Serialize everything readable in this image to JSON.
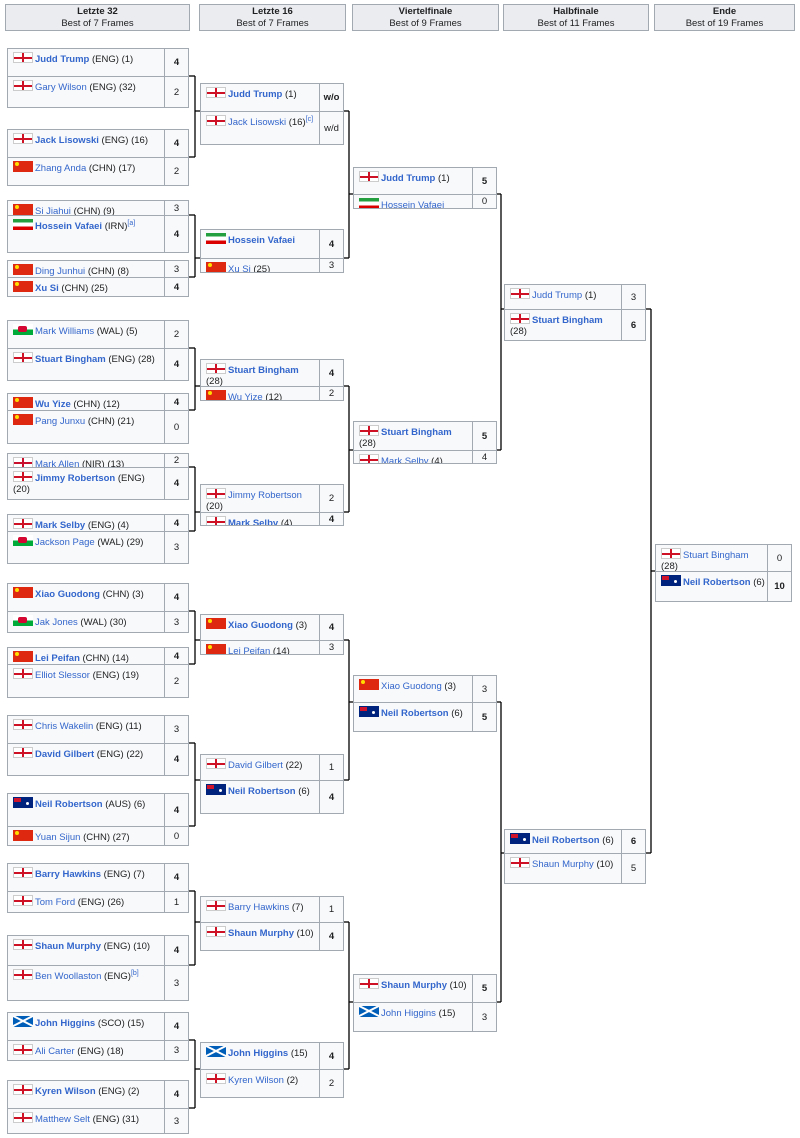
{
  "rounds": [
    {
      "name": "Letzte 32",
      "sub": "Best of 7 Frames"
    },
    {
      "name": "Letzte 16",
      "sub": "Best of 7 Frames"
    },
    {
      "name": "Viertelfinale",
      "sub": "Best of 9 Frames"
    },
    {
      "name": "Halbfinale",
      "sub": "Best of 11 Frames"
    },
    {
      "name": "Ende",
      "sub": "Best of 19 Frames"
    }
  ],
  "colors": {
    "header_bg": "#eaecf0",
    "cell_bg": "#f8f9fa",
    "border": "#a2a9b1",
    "link": "#3366cc",
    "line": "#000000"
  },
  "matches": [
    {
      "round": 0,
      "p": [
        {
          "flag": "ENG",
          "name": "Judd Trump",
          "nat": "(ENG)",
          "seed": "(1)",
          "score": "4",
          "win": true
        },
        {
          "flag": "ENG",
          "name": "Gary Wilson",
          "nat": "(ENG)",
          "seed": "(32)",
          "score": "2"
        }
      ]
    },
    {
      "round": 0,
      "p": [
        {
          "flag": "ENG",
          "name": "Jack Lisowski",
          "nat": "(ENG)",
          "seed": "(16)",
          "score": "4",
          "win": true
        },
        {
          "flag": "CHN",
          "name": "Zhang Anda",
          "nat": "(CHN)",
          "seed": "(17)",
          "score": "2"
        }
      ]
    },
    {
      "round": 0,
      "p": [
        {
          "flag": "CHN",
          "name": "Si Jiahui",
          "nat": "(CHN)",
          "seed": "(9)",
          "score": "3"
        },
        {
          "flag": "IRN",
          "name": "Hossein Vafaei",
          "nat": "(IRN)",
          "note": "[a]",
          "score": "4",
          "win": true
        }
      ]
    },
    {
      "round": 0,
      "p": [
        {
          "flag": "CHN",
          "name": "Ding Junhui",
          "nat": "(CHN)",
          "seed": "(8)",
          "score": "3"
        },
        {
          "flag": "CHN",
          "name": "Xu Si",
          "nat": "(CHN)",
          "seed": "(25)",
          "score": "4",
          "win": true
        }
      ]
    },
    {
      "round": 0,
      "p": [
        {
          "flag": "WAL",
          "name": "Mark Williams",
          "nat": "(WAL)",
          "seed": "(5)",
          "score": "2"
        },
        {
          "flag": "ENG",
          "name": "Stuart Bingham",
          "nat": "(ENG)",
          "seed": "(28)",
          "score": "4",
          "win": true
        }
      ]
    },
    {
      "round": 0,
      "p": [
        {
          "flag": "CHN",
          "name": "Wu Yize",
          "nat": "(CHN)",
          "seed": "(12)",
          "score": "4",
          "win": true
        },
        {
          "flag": "CHN",
          "name": "Pang Junxu",
          "nat": "(CHN)",
          "seed": "(21)",
          "score": "0"
        }
      ]
    },
    {
      "round": 0,
      "p": [
        {
          "flag": "NIR",
          "name": "Mark Allen",
          "nat": "(NIR)",
          "seed": "(13)",
          "score": "2"
        },
        {
          "flag": "ENG",
          "name": "Jimmy Robertson",
          "nat": "(ENG)",
          "seed": "(20)",
          "score": "4",
          "win": true
        }
      ]
    },
    {
      "round": 0,
      "p": [
        {
          "flag": "ENG",
          "name": "Mark Selby",
          "nat": "(ENG)",
          "seed": "(4)",
          "score": "4",
          "win": true
        },
        {
          "flag": "WAL",
          "name": "Jackson Page",
          "nat": "(WAL)",
          "seed": "(29)",
          "score": "3"
        }
      ]
    },
    {
      "round": 0,
      "p": [
        {
          "flag": "CHN",
          "name": "Xiao Guodong",
          "nat": "(CHN)",
          "seed": "(3)",
          "score": "4",
          "win": true
        },
        {
          "flag": "WAL",
          "name": "Jak Jones",
          "nat": "(WAL)",
          "seed": "(30)",
          "score": "3"
        }
      ]
    },
    {
      "round": 0,
      "p": [
        {
          "flag": "CHN",
          "name": "Lei Peifan",
          "nat": "(CHN)",
          "seed": "(14)",
          "score": "4",
          "win": true
        },
        {
          "flag": "ENG",
          "name": "Elliot Slessor",
          "nat": "(ENG)",
          "seed": "(19)",
          "score": "2"
        }
      ]
    },
    {
      "round": 0,
      "p": [
        {
          "flag": "ENG",
          "name": "Chris Wakelin",
          "nat": "(ENG)",
          "seed": "(11)",
          "score": "3"
        },
        {
          "flag": "ENG",
          "name": "David Gilbert",
          "nat": "(ENG)",
          "seed": "(22)",
          "score": "4",
          "win": true
        }
      ]
    },
    {
      "round": 0,
      "p": [
        {
          "flag": "AUS",
          "name": "Neil Robertson",
          "nat": "(AUS)",
          "seed": "(6)",
          "score": "4",
          "win": true
        },
        {
          "flag": "CHN",
          "name": "Yuan Sijun",
          "nat": "(CHN)",
          "seed": "(27)",
          "score": "0"
        }
      ]
    },
    {
      "round": 0,
      "p": [
        {
          "flag": "ENG",
          "name": "Barry Hawkins",
          "nat": "(ENG)",
          "seed": "(7)",
          "score": "4",
          "win": true
        },
        {
          "flag": "ENG",
          "name": "Tom Ford",
          "nat": "(ENG)",
          "seed": "(26)",
          "score": "1"
        }
      ]
    },
    {
      "round": 0,
      "p": [
        {
          "flag": "ENG",
          "name": "Shaun Murphy",
          "nat": "(ENG)",
          "seed": "(10)",
          "score": "4",
          "win": true
        },
        {
          "flag": "ENG",
          "name": "Ben Woollaston",
          "nat": "(ENG)",
          "note": "[b]",
          "score": "3"
        }
      ]
    },
    {
      "round": 0,
      "p": [
        {
          "flag": "SCO",
          "name": "John Higgins",
          "nat": "(SCO)",
          "seed": "(15)",
          "score": "4",
          "win": true
        },
        {
          "flag": "ENG",
          "name": "Ali Carter",
          "nat": "(ENG)",
          "seed": "(18)",
          "score": "3"
        }
      ]
    },
    {
      "round": 0,
      "p": [
        {
          "flag": "ENG",
          "name": "Kyren Wilson",
          "nat": "(ENG)",
          "seed": "(2)",
          "score": "4",
          "win": true
        },
        {
          "flag": "ENG",
          "name": "Matthew Selt",
          "nat": "(ENG)",
          "seed": "(31)",
          "score": "3"
        }
      ]
    },
    {
      "round": 1,
      "p": [
        {
          "flag": "ENG",
          "name": "Judd Trump",
          "seed": "(1)",
          "score": "w/o",
          "win": true
        },
        {
          "flag": "ENG",
          "name": "Jack Lisowski",
          "seed": "(16)",
          "note": "[c]",
          "score": "w/d"
        }
      ]
    },
    {
      "round": 1,
      "p": [
        {
          "flag": "IRN",
          "name": "Hossein Vafaei",
          "score": "4",
          "win": true
        },
        {
          "flag": "CHN",
          "name": "Xu Si",
          "seed": "(25)",
          "score": "3"
        }
      ]
    },
    {
      "round": 1,
      "p": [
        {
          "flag": "ENG",
          "name": "Stuart Bingham",
          "seed": "(28)",
          "score": "4",
          "win": true
        },
        {
          "flag": "CHN",
          "name": "Wu Yize",
          "seed": "(12)",
          "score": "2"
        }
      ]
    },
    {
      "round": 1,
      "p": [
        {
          "flag": "ENG",
          "name": "Jimmy Robertson",
          "seed": "(20)",
          "score": "2"
        },
        {
          "flag": "ENG",
          "name": "Mark Selby",
          "seed": "(4)",
          "score": "4",
          "win": true
        }
      ]
    },
    {
      "round": 1,
      "p": [
        {
          "flag": "CHN",
          "name": "Xiao Guodong",
          "seed": "(3)",
          "score": "4",
          "win": true
        },
        {
          "flag": "CHN",
          "name": "Lei Peifan",
          "seed": "(14)",
          "score": "3"
        }
      ]
    },
    {
      "round": 1,
      "p": [
        {
          "flag": "ENG",
          "name": "David Gilbert",
          "seed": "(22)",
          "score": "1"
        },
        {
          "flag": "AUS",
          "name": "Neil Robertson",
          "seed": "(6)",
          "score": "4",
          "win": true
        }
      ]
    },
    {
      "round": 1,
      "p": [
        {
          "flag": "ENG",
          "name": "Barry Hawkins",
          "seed": "(7)",
          "score": "1"
        },
        {
          "flag": "ENG",
          "name": "Shaun Murphy",
          "seed": "(10)",
          "score": "4",
          "win": true
        }
      ]
    },
    {
      "round": 1,
      "p": [
        {
          "flag": "SCO",
          "name": "John Higgins",
          "seed": "(15)",
          "score": "4",
          "win": true
        },
        {
          "flag": "ENG",
          "name": "Kyren Wilson",
          "seed": "(2)",
          "score": "2"
        }
      ]
    },
    {
      "round": 2,
      "p": [
        {
          "flag": "ENG",
          "name": "Judd Trump",
          "seed": "(1)",
          "score": "5",
          "win": true
        },
        {
          "flag": "IRN",
          "name": "Hossein Vafaei",
          "score": "0"
        }
      ]
    },
    {
      "round": 2,
      "p": [
        {
          "flag": "ENG",
          "name": "Stuart Bingham",
          "seed": "(28)",
          "score": "5",
          "win": true
        },
        {
          "flag": "ENG",
          "name": "Mark Selby",
          "seed": "(4)",
          "score": "4"
        }
      ]
    },
    {
      "round": 2,
      "p": [
        {
          "flag": "CHN",
          "name": "Xiao Guodong",
          "seed": "(3)",
          "score": "3"
        },
        {
          "flag": "AUS",
          "name": "Neil Robertson",
          "seed": "(6)",
          "score": "5",
          "win": true
        }
      ]
    },
    {
      "round": 2,
      "p": [
        {
          "flag": "ENG",
          "name": "Shaun Murphy",
          "seed": "(10)",
          "score": "5",
          "win": true
        },
        {
          "flag": "SCO",
          "name": "John Higgins",
          "seed": "(15)",
          "score": "3"
        }
      ]
    },
    {
      "round": 3,
      "p": [
        {
          "flag": "ENG",
          "name": "Judd Trump",
          "seed": "(1)",
          "score": "3"
        },
        {
          "flag": "ENG",
          "name": "Stuart Bingham",
          "seed": "(28)",
          "score": "6",
          "win": true
        }
      ]
    },
    {
      "round": 3,
      "p": [
        {
          "flag": "AUS",
          "name": "Neil Robertson",
          "seed": "(6)",
          "score": "6",
          "win": true
        },
        {
          "flag": "ENG",
          "name": "Shaun Murphy",
          "seed": "(10)",
          "score": "5"
        }
      ]
    },
    {
      "round": 4,
      "p": [
        {
          "flag": "ENG",
          "name": "Stuart Bingham",
          "seed": "(28)",
          "score": "0"
        },
        {
          "flag": "AUS",
          "name": "Neil Robertson",
          "seed": "(6)",
          "score": "10",
          "win": true
        }
      ]
    }
  ]
}
